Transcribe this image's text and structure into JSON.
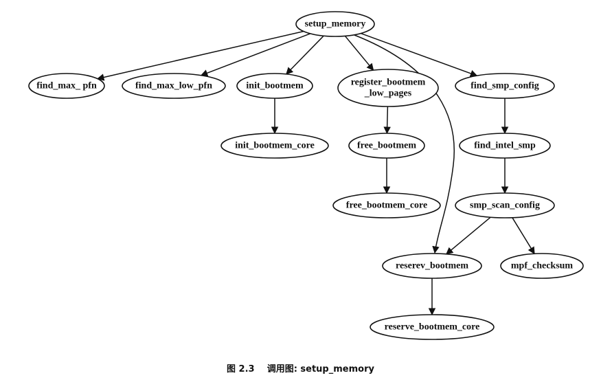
{
  "diagram": {
    "nodes": [
      {
        "id": "setup_memory",
        "lines": [
          "setup_memory"
        ]
      },
      {
        "id": "find_max_pfn",
        "lines": [
          "find_max_ pfn"
        ]
      },
      {
        "id": "find_max_low_pfn",
        "lines": [
          "find_max_low_pfn"
        ]
      },
      {
        "id": "init_bootmem",
        "lines": [
          "init_bootmem"
        ]
      },
      {
        "id": "register_bootmem_low_pages",
        "lines": [
          "register_bootmem",
          "_low_pages"
        ]
      },
      {
        "id": "find_smp_config",
        "lines": [
          "find_smp_config"
        ]
      },
      {
        "id": "init_bootmem_core",
        "lines": [
          "init_bootmem_core"
        ]
      },
      {
        "id": "free_bootmem",
        "lines": [
          "free_bootmem"
        ]
      },
      {
        "id": "free_bootmem_core",
        "lines": [
          "free_bootmem_core"
        ]
      },
      {
        "id": "find_intel_smp",
        "lines": [
          "find_intel_smp"
        ]
      },
      {
        "id": "smp_scan_config",
        "lines": [
          "smp_scan_config"
        ]
      },
      {
        "id": "reserev_bootmem",
        "lines": [
          "reserev_bootmem"
        ]
      },
      {
        "id": "mpf_checksum",
        "lines": [
          "mpf_checksum"
        ]
      },
      {
        "id": "reserve_bootmem_core",
        "lines": [
          "reserve_bootmem_core"
        ]
      }
    ],
    "edges": [
      {
        "from": "setup_memory",
        "to": "find_max_pfn"
      },
      {
        "from": "setup_memory",
        "to": "find_max_low_pfn"
      },
      {
        "from": "setup_memory",
        "to": "init_bootmem"
      },
      {
        "from": "setup_memory",
        "to": "register_bootmem_low_pages"
      },
      {
        "from": "setup_memory",
        "to": "find_smp_config"
      },
      {
        "from": "setup_memory",
        "to": "reserev_bootmem"
      },
      {
        "from": "init_bootmem",
        "to": "init_bootmem_core"
      },
      {
        "from": "register_bootmem_low_pages",
        "to": "free_bootmem"
      },
      {
        "from": "free_bootmem",
        "to": "free_bootmem_core"
      },
      {
        "from": "find_smp_config",
        "to": "find_intel_smp"
      },
      {
        "from": "find_intel_smp",
        "to": "smp_scan_config"
      },
      {
        "from": "smp_scan_config",
        "to": "reserev_bootmem"
      },
      {
        "from": "smp_scan_config",
        "to": "mpf_checksum"
      },
      {
        "from": "reserev_bootmem",
        "to": "reserve_bootmem_core"
      }
    ]
  },
  "caption": {
    "figure_number": "图 2.3",
    "label": "调用图: setup_memory"
  }
}
